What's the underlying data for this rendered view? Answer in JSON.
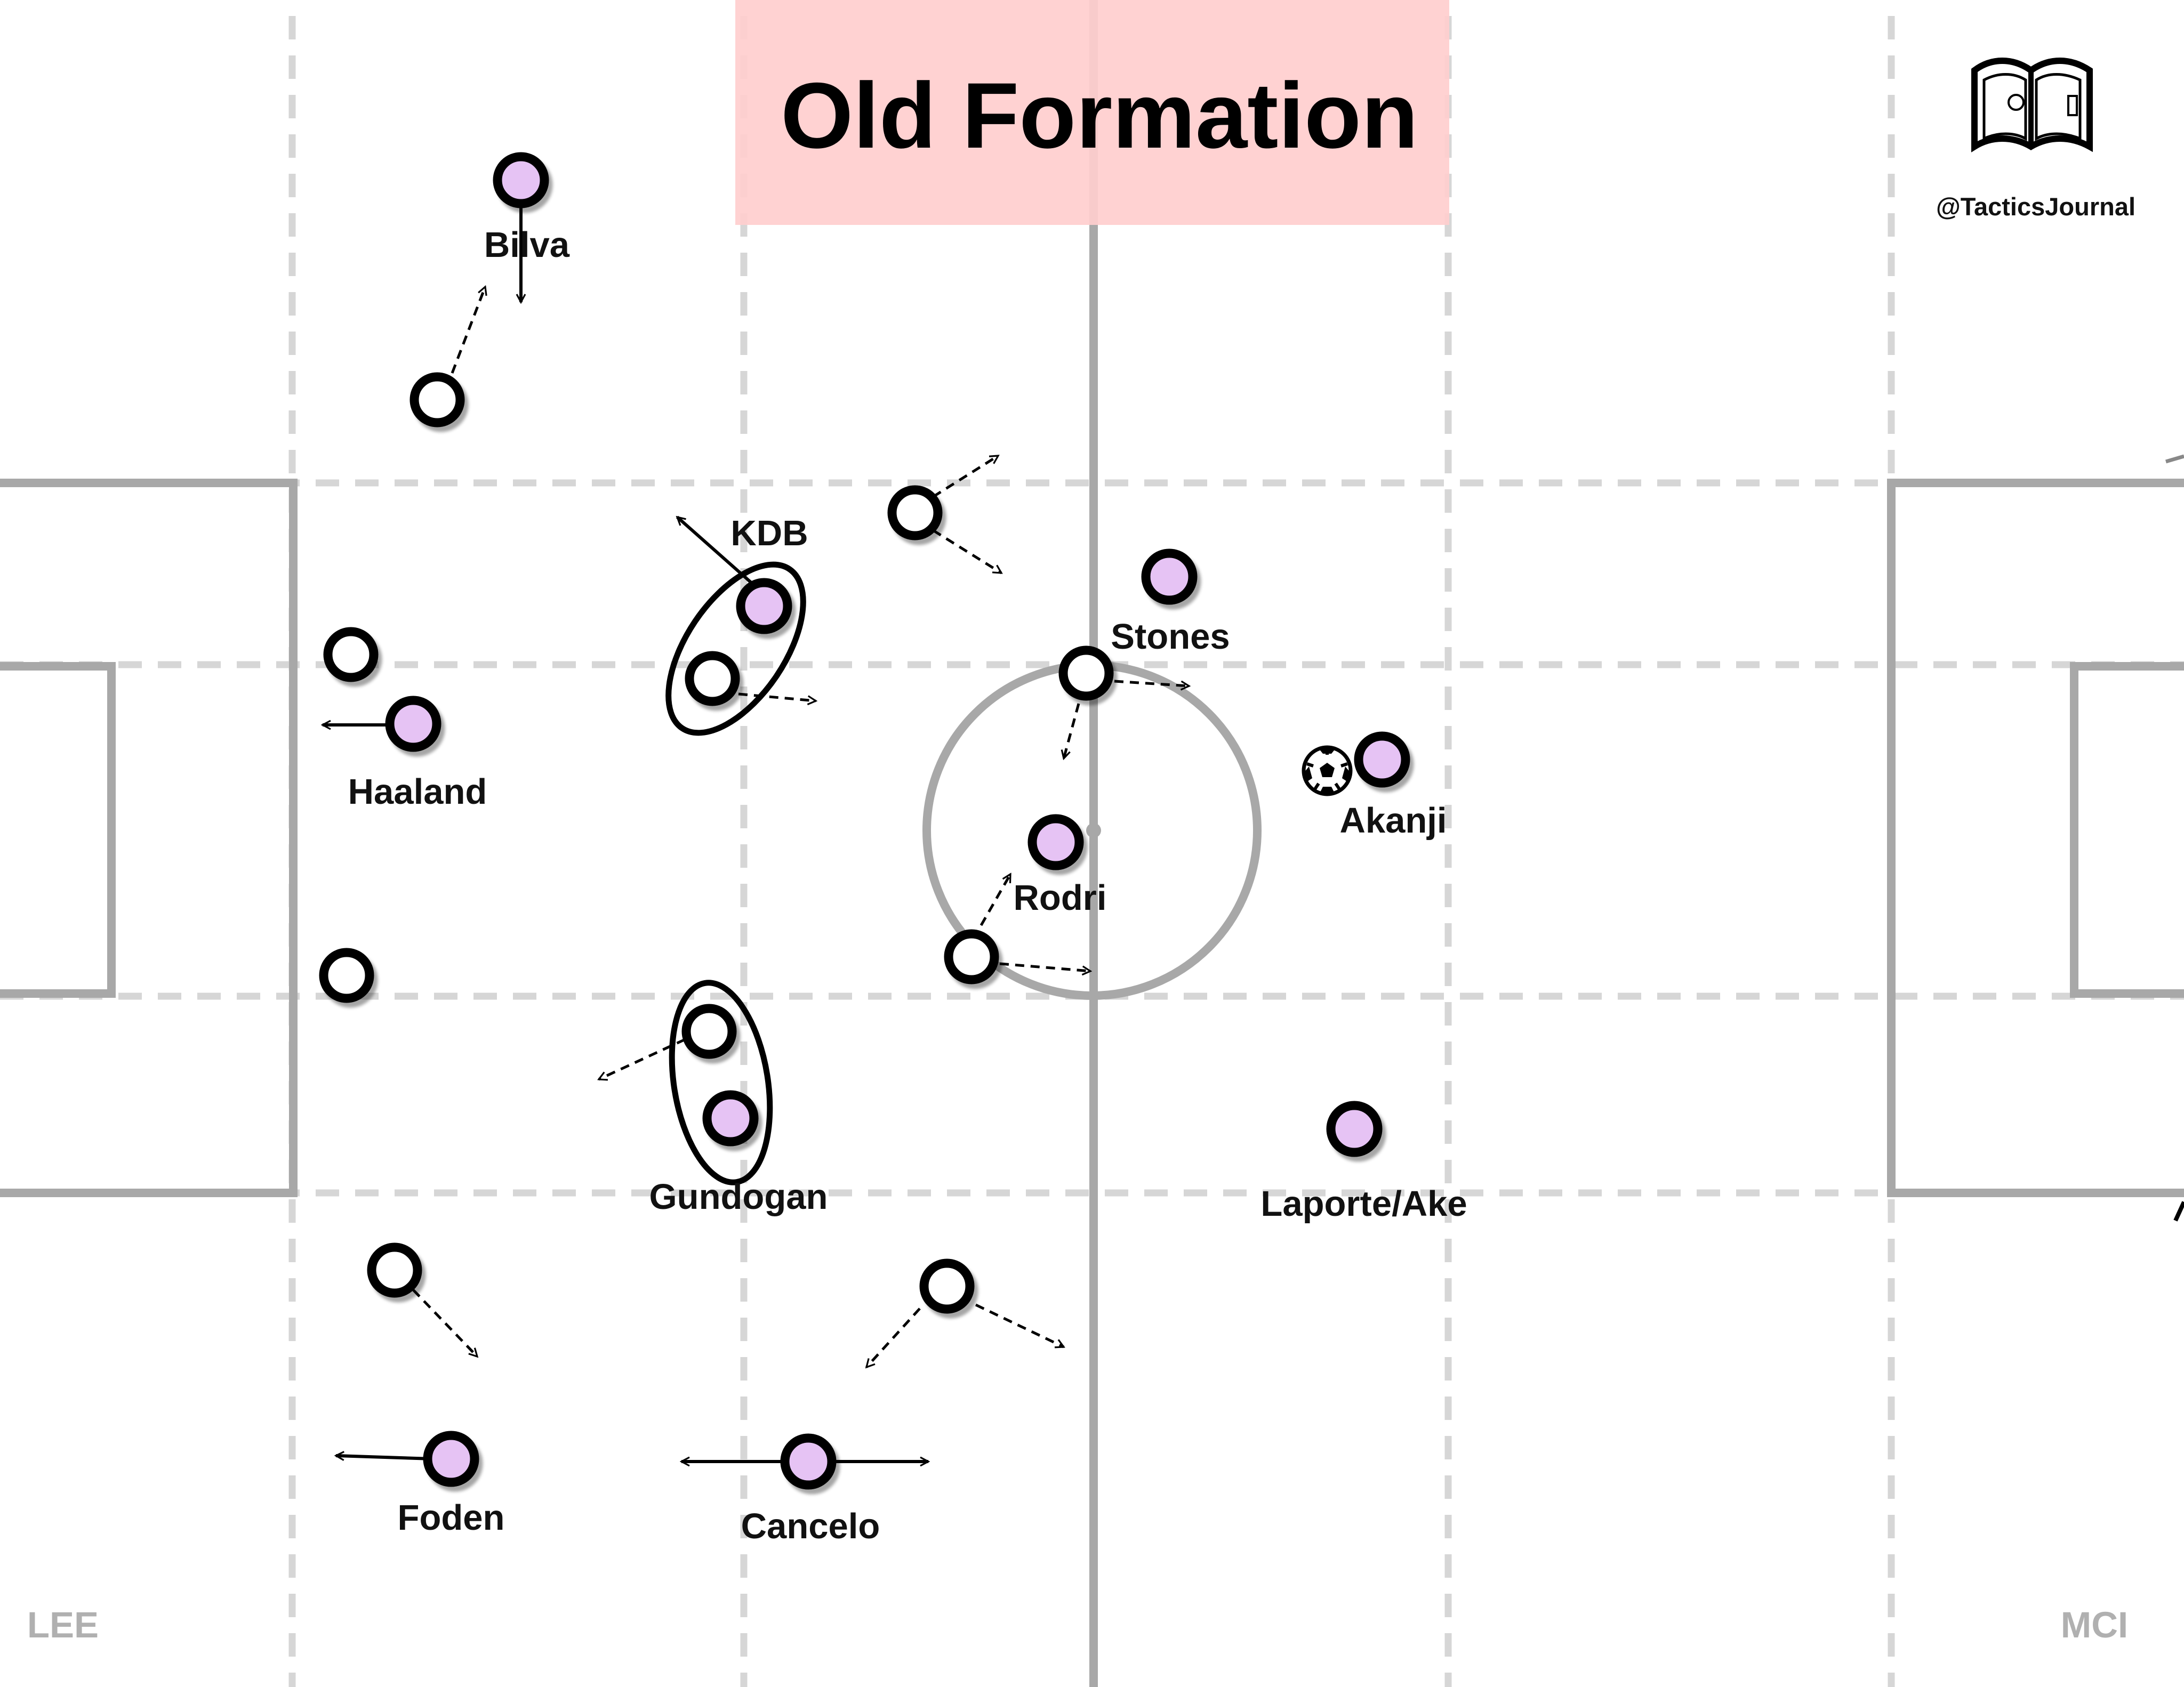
{
  "title": "Old Formation",
  "handle": "@TacticsJournal",
  "teams": {
    "left": "LEE",
    "right": "MCI"
  },
  "icons": {
    "logo": "open-book-pitch-icon",
    "ball": "soccer-ball-icon"
  },
  "colors": {
    "banner": "#ffcece",
    "city_player_fill": "#e6c3f4",
    "opponent_player_fill": "#ffffff",
    "pitch_lines": "#a8a8a8",
    "zone_lines": "#d6d6d6",
    "team_label": "#b0b0b0"
  },
  "players": {
    "bilva": "Bilva",
    "kdb": "KDB",
    "haaland": "Haaland",
    "stones": "Stones",
    "akanji": "Akanji",
    "rodri": "Rodri",
    "gundogan": "Gundogan",
    "laporte_ake": "Laporte/Ake",
    "foden": "Foden",
    "cancelo": "Cancelo"
  }
}
